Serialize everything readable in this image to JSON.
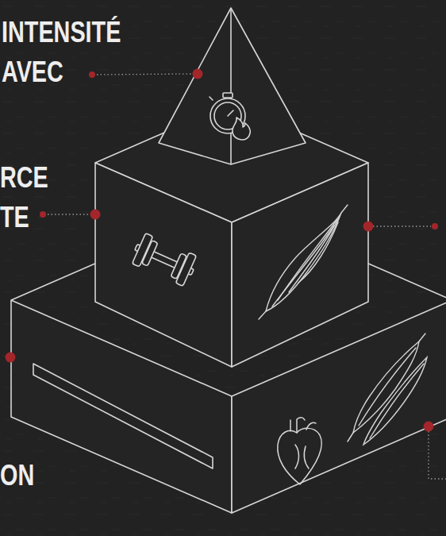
{
  "diagram": {
    "labels": [
      "INTENSITÉ AVEC",
      "RCE TE",
      "ON"
    ]
  }
}
